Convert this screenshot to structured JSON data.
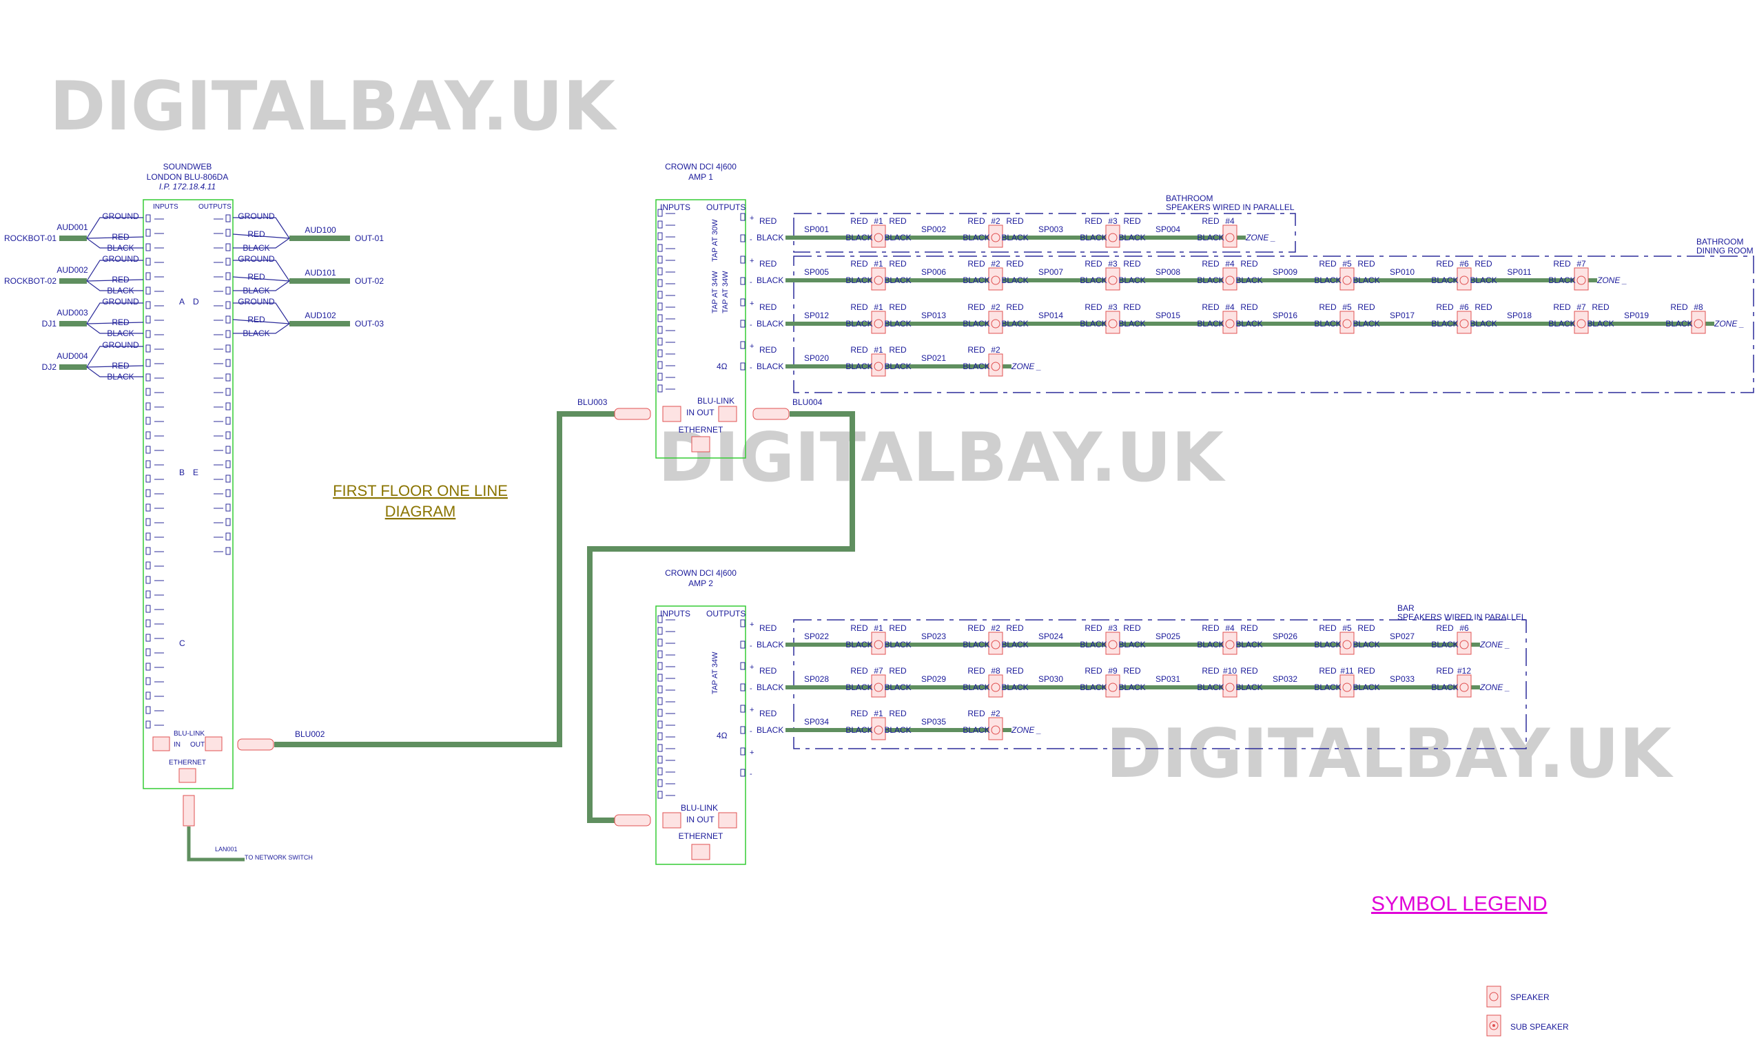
{
  "watermark": "DIGITALBAY.UK",
  "title": {
    "line1": "FIRST FLOOR ONE LINE",
    "line2": "DIAGRAM"
  },
  "dsp": {
    "title1": "SOUNDWEB",
    "title2": "LONDON BLU-806DA",
    "ip": "I.P. 172.18.4.11",
    "inputs_label": "INPUTS",
    "outputs_label": "OUTPUTS",
    "blulink_label": "BLU-LINK",
    "in_label": "IN",
    "out_label": "OUT",
    "ethernet_label": "ETHERNET",
    "card_labels": [
      "A",
      "B",
      "C",
      "D",
      "E"
    ],
    "inputs": [
      {
        "cable": "AUD001",
        "source": "ROCKBOT-01"
      },
      {
        "cable": "AUD002",
        "source": "ROCKBOT-02"
      },
      {
        "cable": "AUD003",
        "source": "DJ1"
      },
      {
        "cable": "AUD004",
        "source": "DJ2"
      }
    ],
    "outputs": [
      {
        "cable": "AUD100",
        "dest": "OUT-01"
      },
      {
        "cable": "AUD101",
        "dest": "OUT-02"
      },
      {
        "cable": "AUD102",
        "dest": "OUT-03"
      }
    ],
    "conductors": {
      "ground": "GROUND",
      "red": "RED",
      "black": "BLACK"
    },
    "lan_cable": "LAN001",
    "lan_dest": "TO NETWORK SWITCH"
  },
  "amp1": {
    "title1": "CROWN DCI 4|600",
    "title2": "AMP 1",
    "inputs_label": "INPUTS",
    "outputs_label": "OUTPUTS",
    "taps": [
      "TAP AT 30W",
      "TAP AT 34W",
      "TAP AT 34W"
    ],
    "ohm_label": "4Ω",
    "blulink_label": "BLU-LINK",
    "inout_label": "IN  OUT",
    "ethernet_label": "ETHERNET"
  },
  "amp2": {
    "title1": "CROWN DCI 4|600",
    "title2": "AMP 2",
    "inputs_label": "INPUTS",
    "outputs_label": "OUTPUTS",
    "tap": "TAP AT 34W",
    "ohm_label": "4Ω",
    "blulink_label": "BLU-LINK",
    "inout_label": "IN  OUT",
    "ethernet_label": "ETHERNET"
  },
  "blu_cables": {
    "c1": "BLU002",
    "c2": "BLU003",
    "c3": "BLU004"
  },
  "zones": {
    "bathroom": {
      "line1": "BATHROOM",
      "line2": "SPEAKERS WIRED IN PARALLEL"
    },
    "dining": {
      "line1": "BATHROOM",
      "line2": "DINING ROOM"
    },
    "bar": {
      "line1": "BAR",
      "line2": "SPEAKERS WIRED IN PARALLEL"
    },
    "zone_label": "ZONE _"
  },
  "speaker_rows": [
    {
      "cables": [
        "SP001",
        "SP002",
        "SP003",
        "SP004"
      ],
      "numbers": [
        "#1",
        "#2",
        "#3",
        "#4"
      ]
    },
    {
      "cables": [
        "SP005",
        "SP006",
        "SP007",
        "SP008",
        "SP009",
        "SP010",
        "SP011"
      ],
      "numbers": [
        "#1",
        "#2",
        "#3",
        "#4",
        "#5",
        "#6",
        "#7"
      ]
    },
    {
      "cables": [
        "SP012",
        "SP013",
        "SP014",
        "SP015",
        "SP016",
        "SP017",
        "SP018",
        "SP019"
      ],
      "numbers": [
        "#1",
        "#2",
        "#3",
        "#4",
        "#5",
        "#6",
        "#7",
        "#8"
      ]
    },
    {
      "cables": [
        "SP020",
        "SP021"
      ],
      "numbers": [
        "#1",
        "#2"
      ]
    },
    {
      "cables": [
        "SP022",
        "SP023",
        "SP024",
        "SP025",
        "SP026",
        "SP027"
      ],
      "numbers": [
        "#1",
        "#2",
        "#3",
        "#4",
        "#5",
        "#6"
      ]
    },
    {
      "cables": [
        "SP028",
        "SP029",
        "SP030",
        "SP031",
        "SP032",
        "SP033"
      ],
      "numbers": [
        "#7",
        "#8",
        "#9",
        "#10",
        "#11",
        "#12"
      ]
    },
    {
      "cables": [
        "SP034",
        "SP035"
      ],
      "numbers": [
        "#1",
        "#2"
      ]
    }
  ],
  "legend": {
    "title": "SYMBOL LEGEND",
    "speaker": "SPEAKER",
    "sub_speaker": "SUB SPEAKER"
  }
}
